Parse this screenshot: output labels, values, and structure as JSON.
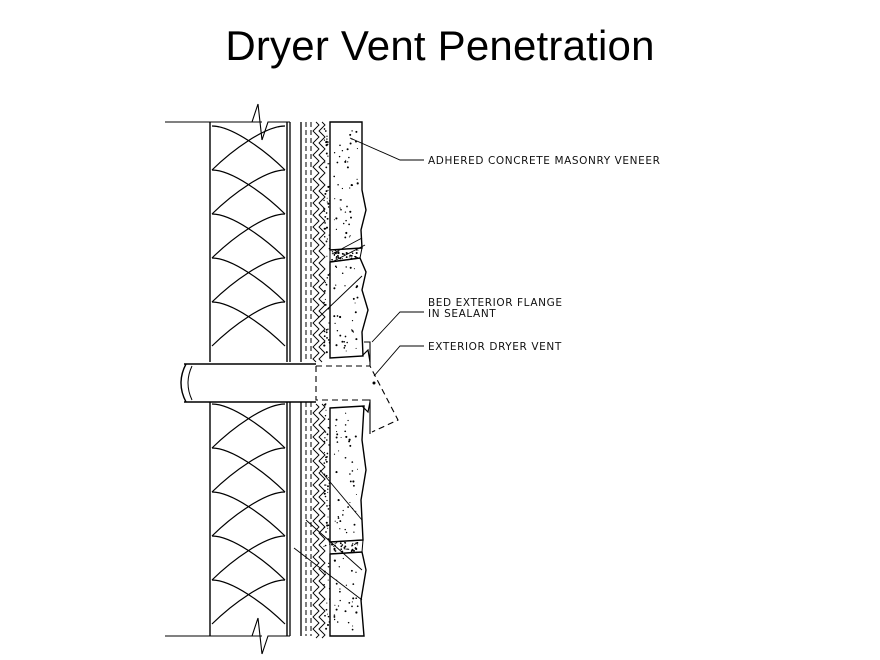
{
  "title": "Dryer Vent Penetration",
  "labels": {
    "veneer": "ADHERED CONCRETE MASONRY VENEER",
    "flange_line1": "BED EXTERIOR FLANGE",
    "flange_line2": "IN SEALANT",
    "vent": "EXTERIOR DRYER VENT"
  },
  "colors": {
    "line": "#000000",
    "background": "#ffffff"
  }
}
